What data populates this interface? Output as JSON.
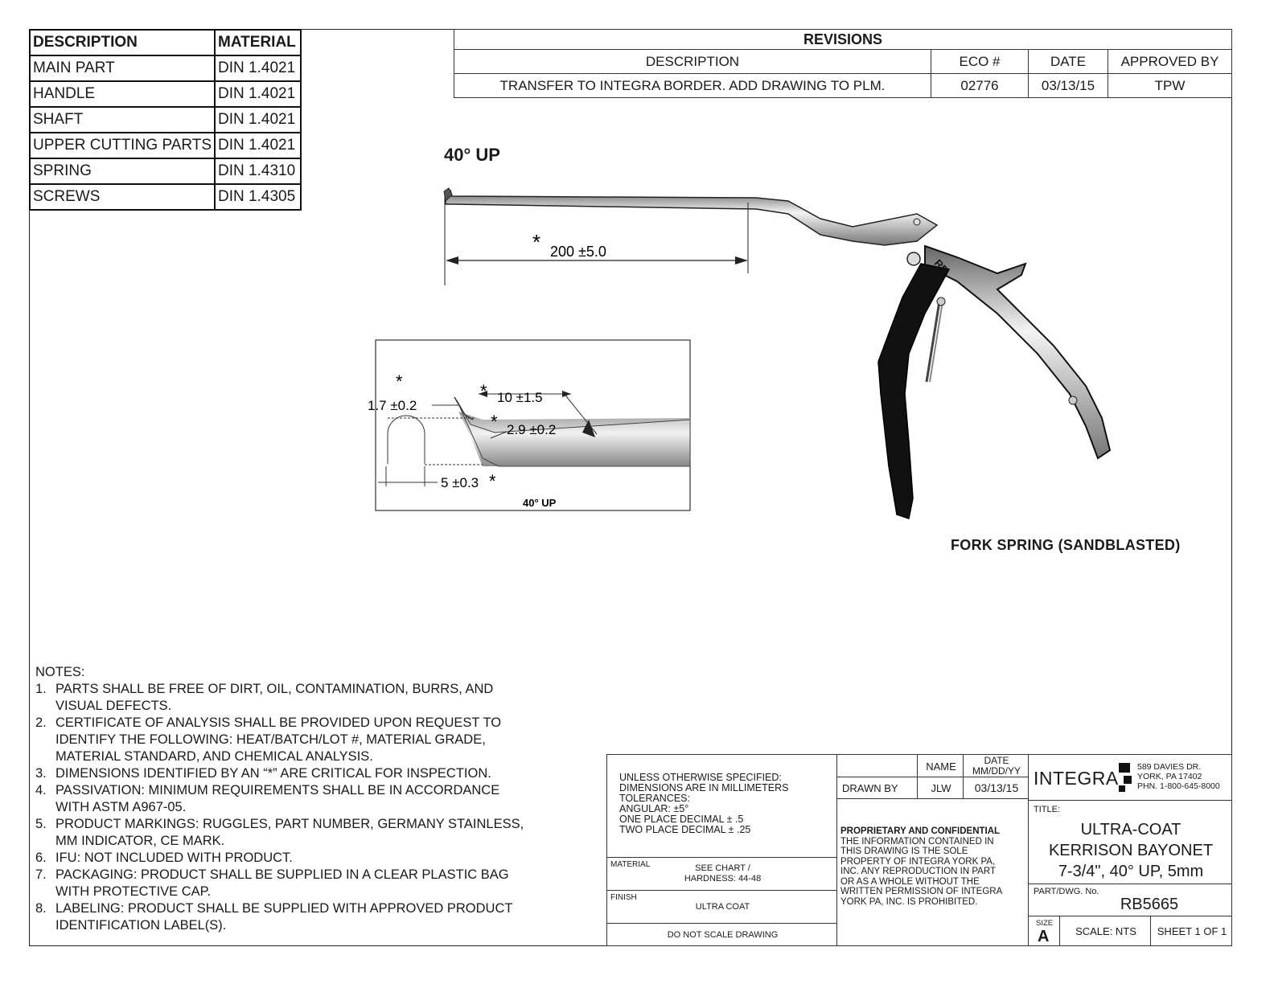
{
  "materials": {
    "header": {
      "description": "DESCRIPTION",
      "material": "MATERIAL"
    },
    "rows": [
      {
        "description": "MAIN PART",
        "material": "DIN 1.4021"
      },
      {
        "description": "HANDLE",
        "material": "DIN 1.4021"
      },
      {
        "description": "SHAFT",
        "material": "DIN 1.4021"
      },
      {
        "description": "UPPER CUTTING PARTS",
        "material": "DIN 1.4021"
      },
      {
        "description": "SPRING",
        "material": "DIN 1.4310"
      },
      {
        "description": "SCREWS",
        "material": "DIN 1.4305"
      }
    ]
  },
  "revisions": {
    "title": "REVISIONS",
    "columns": [
      "DESCRIPTION",
      "ECO #",
      "DATE",
      "APPROVED BY"
    ],
    "rows": [
      {
        "description": "TRANSFER TO INTEGRA BORDER. ADD DRAWING TO PLM.",
        "eco": "02776",
        "date": "03/13/15",
        "approved": "TPW"
      }
    ]
  },
  "drawing": {
    "angle_label": "40° UP",
    "length_dim": "200 ±5.0",
    "star": "*",
    "rb_mark": "RB",
    "spring_caption": "FORK SPRING (SANDBLASTED)",
    "detail": {
      "dim_tip": "1.7 ±0.2",
      "dim_window": "10 ±1.5",
      "dim_gap": "2.9 ±0.2",
      "dim_width": "5 ±0.3",
      "caption": "40° UP"
    }
  },
  "notes": {
    "title": "NOTES:",
    "items": [
      {
        "num": "1.",
        "lines": [
          "PARTS SHALL BE FREE OF DIRT, OIL, CONTAMINATION, BURRS, AND",
          "VISUAL DEFECTS."
        ]
      },
      {
        "num": "2.",
        "lines": [
          "CERTIFICATE OF ANALYSIS SHALL BE PROVIDED UPON REQUEST TO",
          "IDENTIFY THE FOLLOWING: HEAT/BATCH/LOT #, MATERIAL GRADE,",
          "MATERIAL STANDARD, AND CHEMICAL ANALYSIS."
        ]
      },
      {
        "num": "3.",
        "lines": [
          "DIMENSIONS IDENTIFIED BY AN “*” ARE CRITICAL FOR INSPECTION."
        ]
      },
      {
        "num": "4.",
        "lines": [
          "PASSIVATION: MINIMUM REQUIREMENTS SHALL BE IN ACCORDANCE",
          "WITH ASTM A967-05."
        ]
      },
      {
        "num": "5.",
        "lines": [
          "PRODUCT MARKINGS: RUGGLES, PART NUMBER, GERMANY STAINLESS,",
          "MM INDICATOR, CE MARK."
        ]
      },
      {
        "num": "6.",
        "lines": [
          "IFU: NOT INCLUDED WITH PRODUCT."
        ]
      },
      {
        "num": "7.",
        "lines": [
          "PACKAGING: PRODUCT SHALL BE SUPPLIED IN A CLEAR PLASTIC BAG",
          "WITH PROTECTIVE CAP."
        ]
      },
      {
        "num": "8.",
        "lines": [
          "LABELING: PRODUCT SHALL BE SUPPLIED WITH APPROVED PRODUCT",
          "IDENTIFICATION LABEL(S)."
        ]
      }
    ]
  },
  "title_block": {
    "tolerances": [
      "UNLESS OTHERWISE SPECIFIED:",
      "DIMENSIONS ARE IN MILLIMETERS",
      "TOLERANCES:",
      "ANGULAR: ±5°",
      "ONE PLACE DECIMAL ± .5",
      "TWO PLACE DECIMAL ± .25"
    ],
    "material_label": "MATERIAL",
    "material_value": [
      "SEE CHART /",
      "HARDNESS: 44-48"
    ],
    "finish_label": "FINISH",
    "finish_value": "ULTRA COAT",
    "do_not_scale": "DO NOT SCALE DRAWING",
    "name_header": "NAME",
    "date_header": [
      "DATE",
      "MM/DD/YY"
    ],
    "drawn_by_label": "DRAWN BY",
    "drawn_by_name": "JLW",
    "drawn_by_date": "03/13/15",
    "proprietary_title": "PROPRIETARY AND CONFIDENTIAL",
    "proprietary_lines": [
      "THE INFORMATION CONTAINED IN",
      "THIS DRAWING IS THE SOLE",
      "PROPERTY OF INTEGRA YORK PA,",
      "INC.  ANY REPRODUCTION IN PART",
      "OR AS A WHOLE WITHOUT THE",
      "WRITTEN PERMISSION OF INTEGRA",
      "YORK PA, INC. IS PROHIBITED."
    ],
    "company": "INTEGRA",
    "address": [
      "589 DAVIES DR.",
      "YORK, PA 17402",
      "PHN. 1-800-645-8000"
    ],
    "title_label": "TITLE:",
    "title_lines": [
      "ULTRA-COAT",
      "KERRISON BAYONET",
      "7-3/4\", 40° UP, 5mm"
    ],
    "part_label": "PART/DWG. No.",
    "part_number": "RB5665",
    "size_label": "SIZE",
    "size_value": "A",
    "scale": "SCALE: NTS",
    "sheet": "SHEET 1 OF 1"
  }
}
